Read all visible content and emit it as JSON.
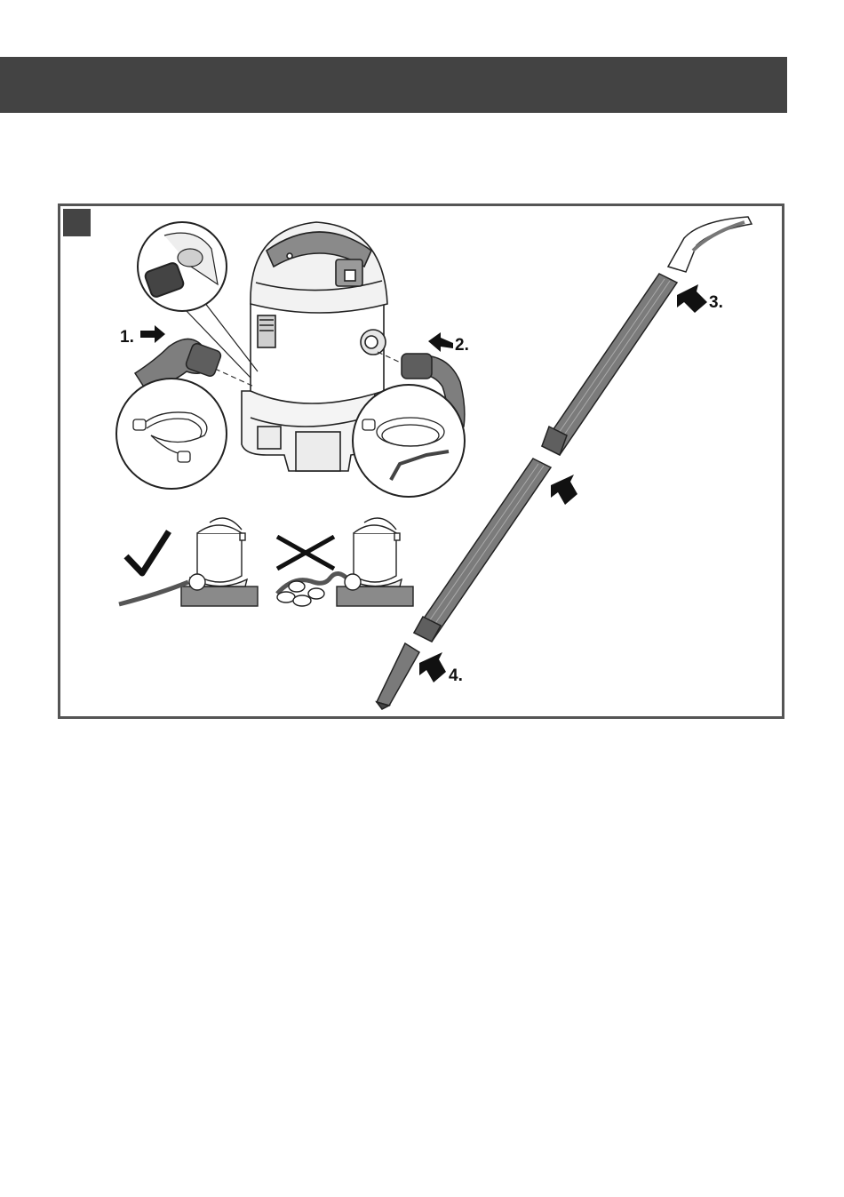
{
  "header": {
    "color": "#434343"
  },
  "figure": {
    "steps": [
      {
        "label": "1."
      },
      {
        "label": "2."
      },
      {
        "label": "3."
      },
      {
        "label": "4."
      }
    ],
    "icons": [
      "vacuum-cleaner-icon",
      "hose-coil-icon",
      "check-mark-icon",
      "cross-mark-icon",
      "push-arrow-icon",
      "suction-tube-icon",
      "crevice-nozzle-icon",
      "bent-handle-icon"
    ]
  }
}
